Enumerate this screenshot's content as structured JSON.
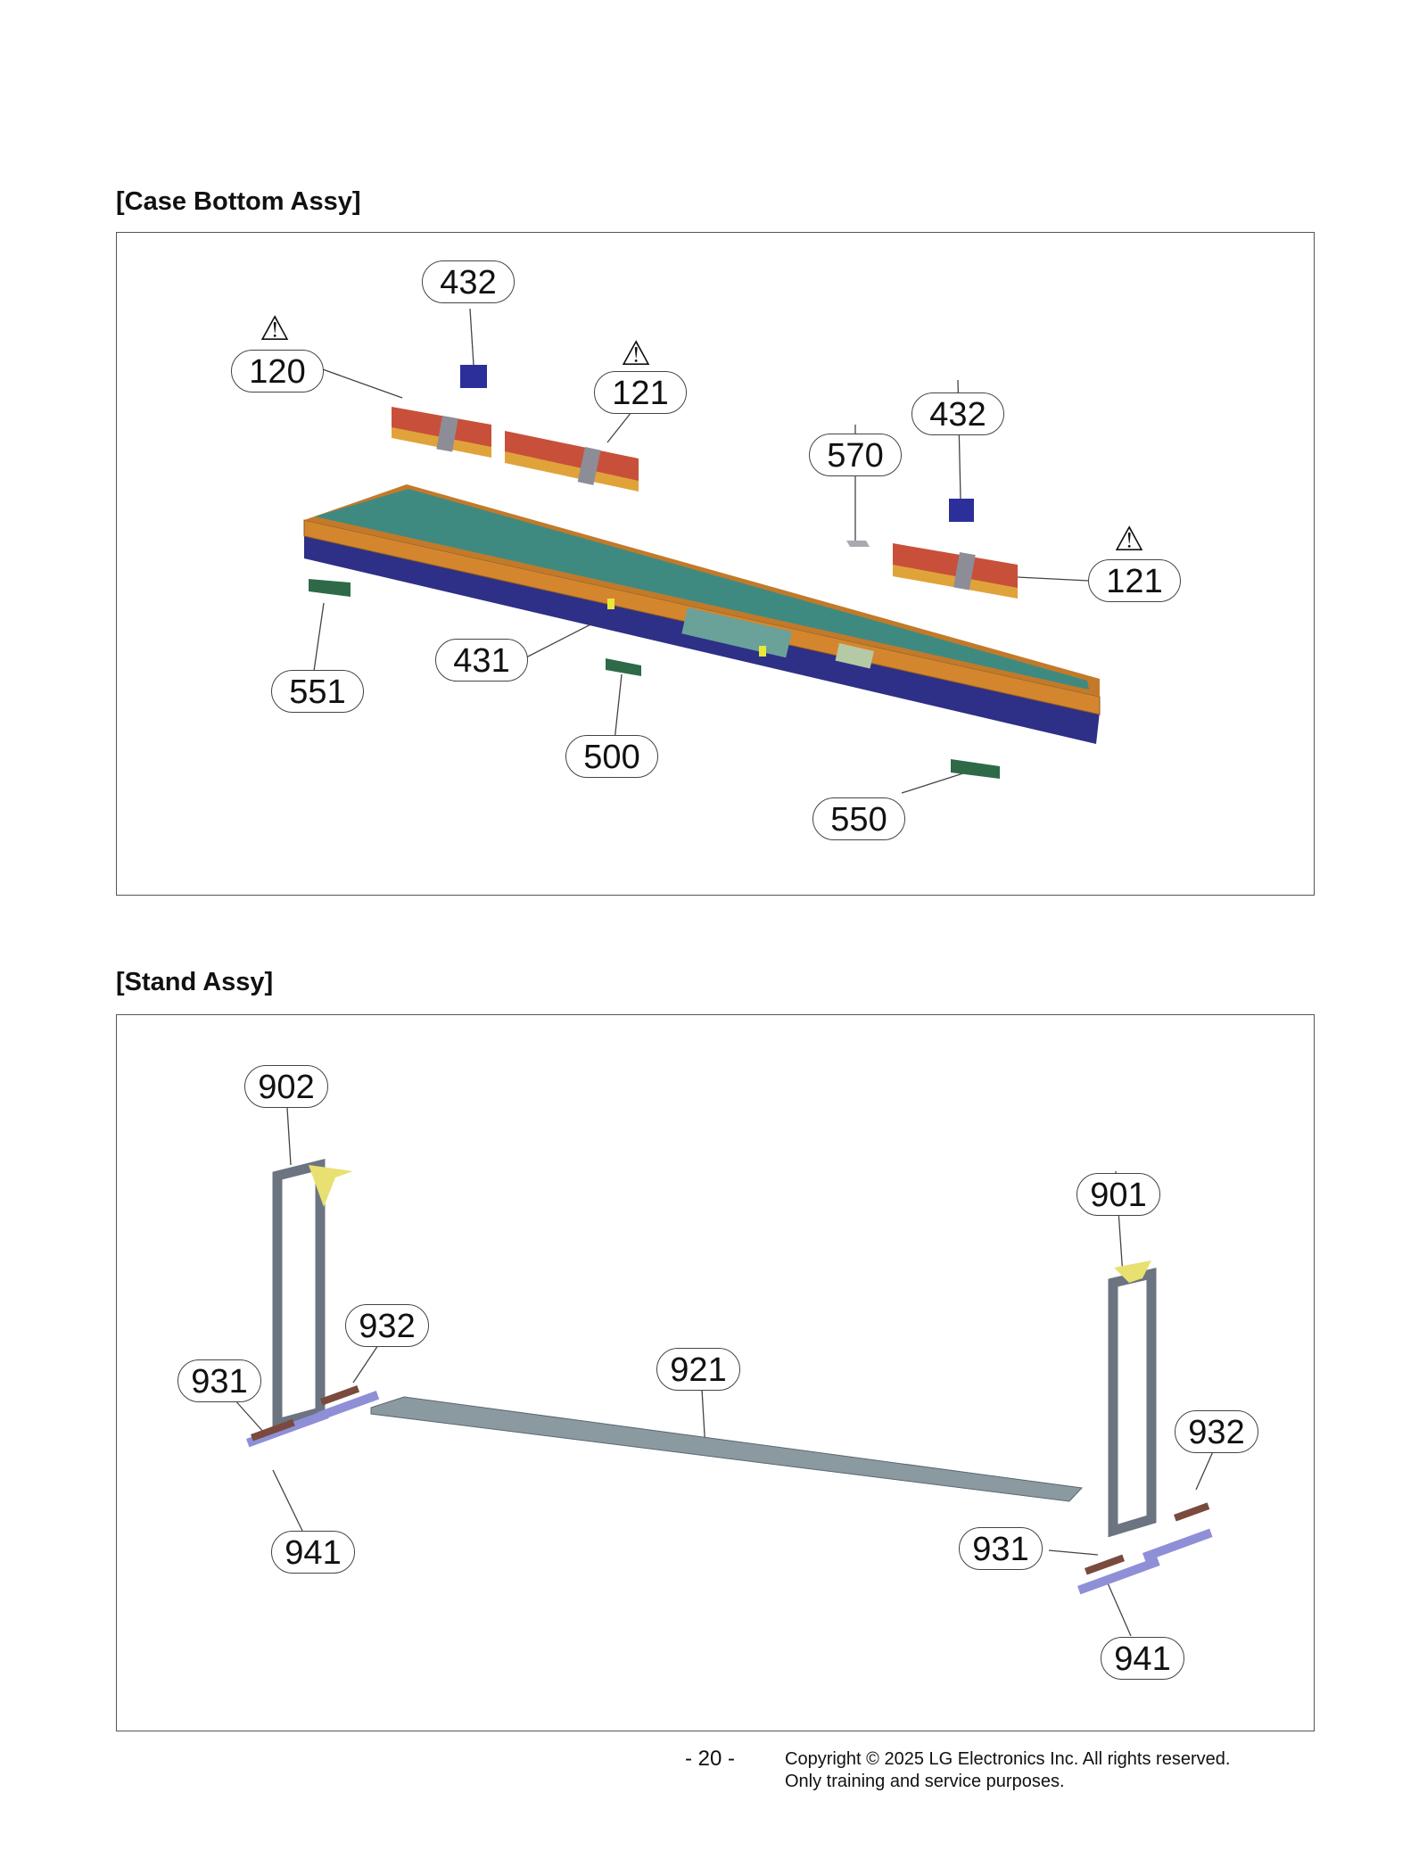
{
  "sections": {
    "case_bottom": {
      "title": "[Case Bottom Assy]",
      "callouts": [
        "432",
        "120",
        "121",
        "432",
        "570",
        "121",
        "431",
        "551",
        "500",
        "550"
      ],
      "warning_symbol": "⚠"
    },
    "stand": {
      "title": "[Stand Assy]",
      "callouts": [
        "902",
        "901",
        "932",
        "931",
        "921",
        "932",
        "941",
        "931",
        "941"
      ]
    }
  },
  "footer": {
    "page_number": "- 20 -",
    "copyright_line1": "Copyright © 2025 LG Electronics Inc. All rights reserved.",
    "copyright_line2": "Only training and service purposes."
  },
  "colors": {
    "tray_orange": "#d4862e",
    "pcb_teal": "#3f8a80",
    "base_navy": "#2e2f86",
    "speaker_red": "#c8503a",
    "speaker_gold": "#e0a33a",
    "stand_gray": "#6b7480",
    "foot_purple": "#8f8fd8",
    "pad_brown": "#7a4a3e",
    "bracket_yellow": "#e8e070",
    "plate_gray": "#8a9aa0"
  }
}
